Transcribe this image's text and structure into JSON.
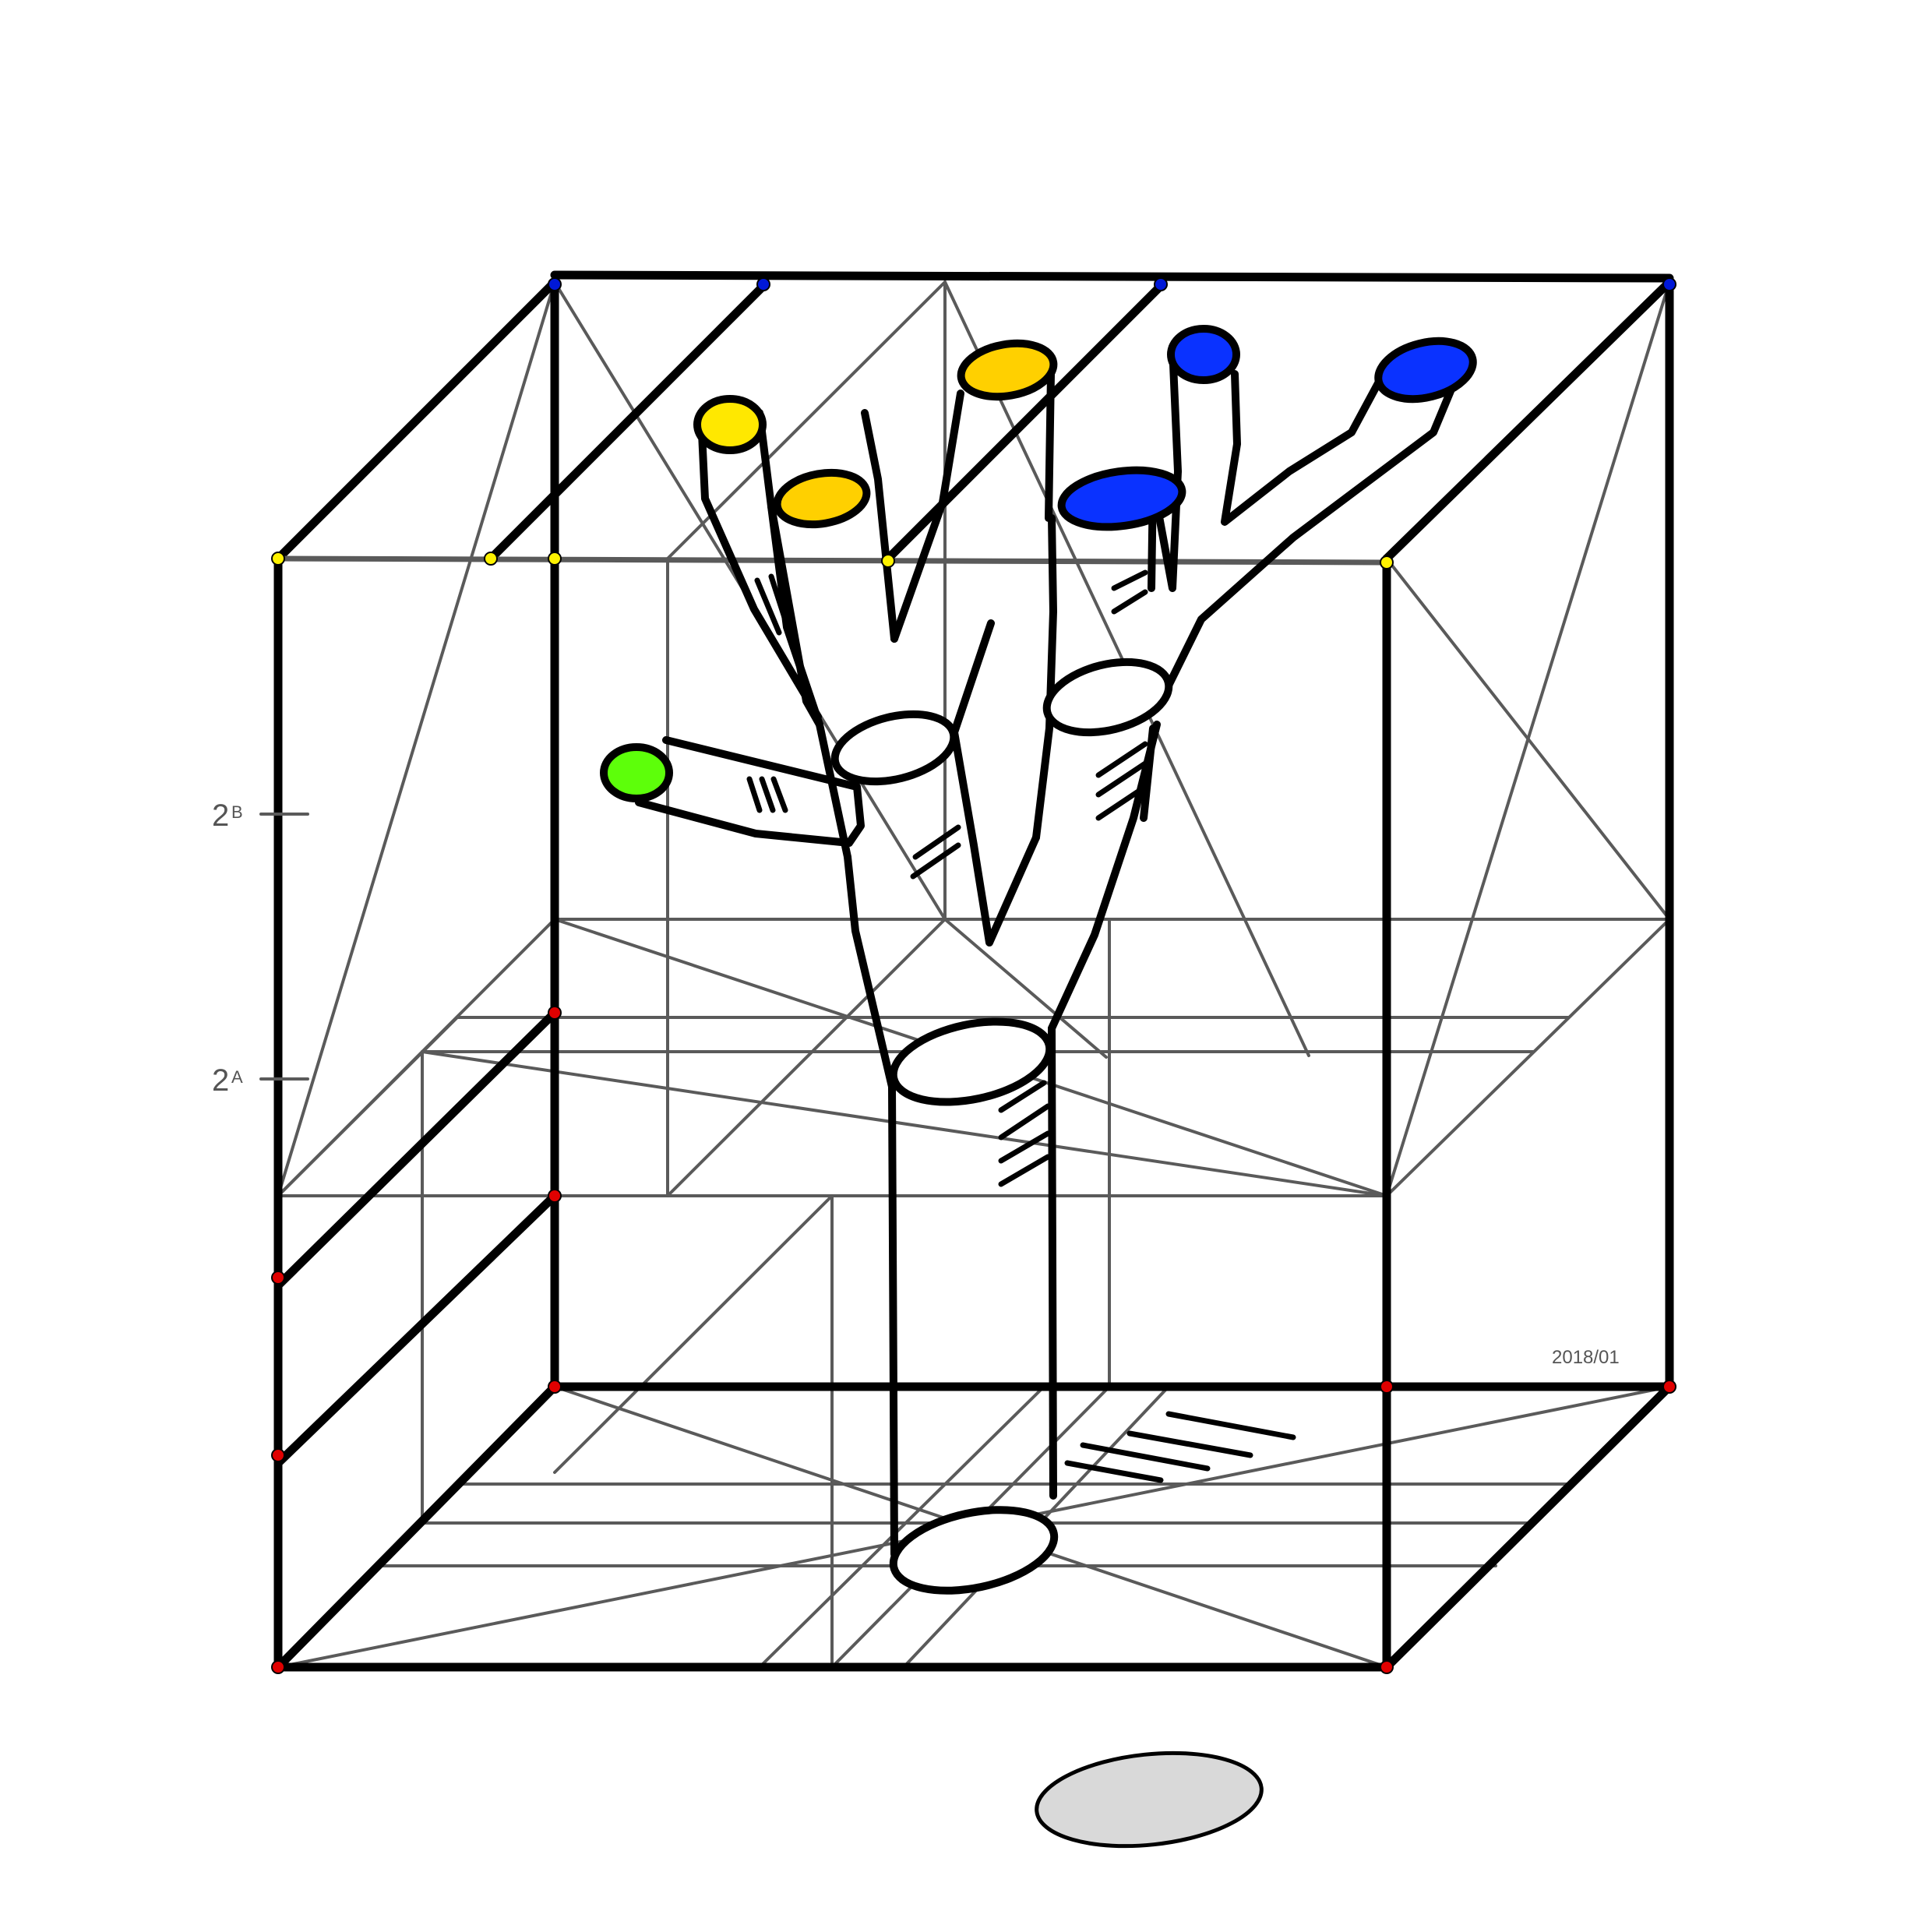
{
  "labels": {
    "level_b": {
      "num": "2",
      "letter": "B"
    },
    "level_a": {
      "num": "2",
      "letter": "A"
    },
    "date": "2018/01"
  },
  "colors": {
    "frame": "#000000",
    "guide": "#5a5a5a",
    "yellow": "#ffe800",
    "gold": "#ffd000",
    "blue": "#0a32ff",
    "green": "#5dff0a",
    "shadow": "#d9d9d9",
    "dot_red": "#e00000",
    "dot_yellow": "#fff200",
    "dot_blue": "#0018d8"
  },
  "icons": {
    "branch_tips": [
      "yellow-tip-icon",
      "gold-tip-icon",
      "blue-tip-icon",
      "green-tip-icon"
    ],
    "shadow": "shadow-ellipse-icon"
  }
}
